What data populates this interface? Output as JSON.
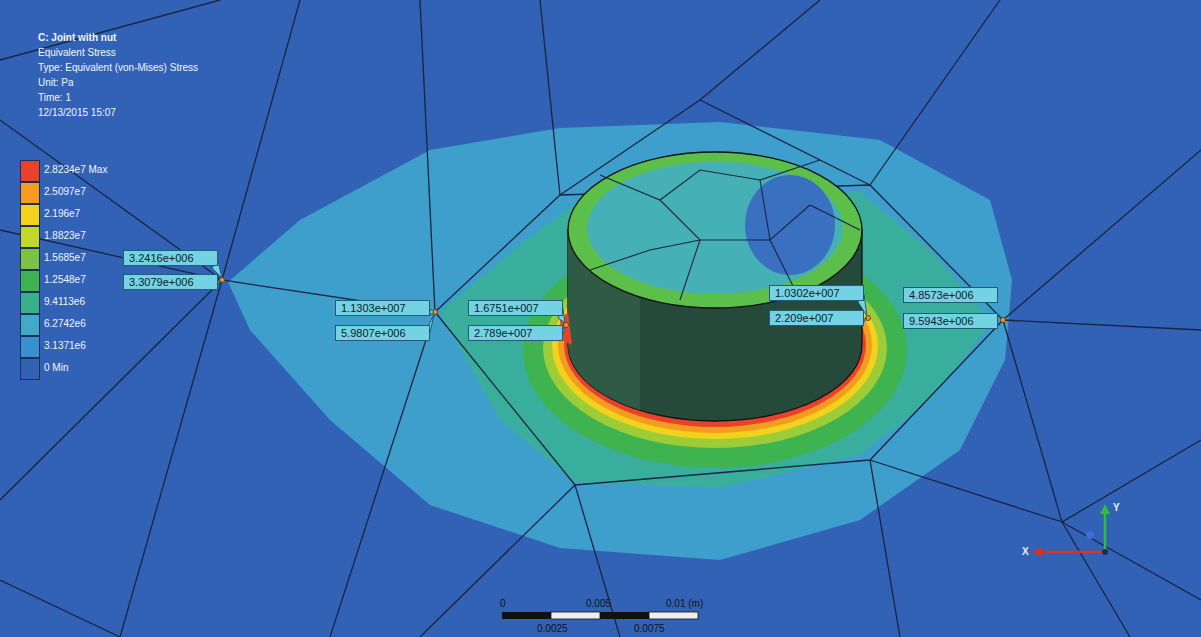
{
  "diagram": {
    "title": "C: Joint with nut",
    "nodes": [
      {
        "text": [
          "3.2416e+006"
        ]
      },
      {
        "text": [
          "3.3079e+006"
        ]
      },
      {
        "text": [
          "1.1303e+007"
        ]
      },
      {
        "text": [
          "5.9807e+006"
        ]
      },
      {
        "text": [
          "1.6751e+007"
        ]
      },
      {
        "text": [
          "2.789e+007"
        ]
      },
      {
        "text": [
          "1.0302e+007"
        ]
      },
      {
        "text": [
          "2.209e+007"
        ]
      },
      {
        "text": [
          "4.8573e+006"
        ]
      },
      {
        "text": [
          "9.5943e+006"
        ]
      }
    ],
    "labels": [
      "Equivalent Stress",
      "Type: Equivalent (von-Mises) Stress",
      "Unit: Pa",
      "Time: 1",
      "12/13/2015 15:07",
      "0",
      "0.005",
      "0.01 (m)",
      "0.0025",
      "0.0075",
      "Y",
      "X"
    ],
    "legend": [
      {
        "text": "2.8234e7 Max",
        "color": "#e8432a"
      },
      {
        "text": "2.5097e7",
        "color": "#f39c1f"
      },
      {
        "text": "2.196e7",
        "color": "#f2d21c"
      },
      {
        "text": "1.8823e7",
        "color": "#c4d82c"
      },
      {
        "text": "1.5685e7",
        "color": "#7cc243"
      },
      {
        "text": "1.2548e7",
        "color": "#3fb34f"
      },
      {
        "text": "9.4113e6",
        "color": "#3bae8a"
      },
      {
        "text": "6.2742e6",
        "color": "#42a9c9"
      },
      {
        "text": "3.1371e6",
        "color": "#3a8fd0"
      },
      {
        "text": "0 Min",
        "color": "#3262b6"
      }
    ]
  }
}
